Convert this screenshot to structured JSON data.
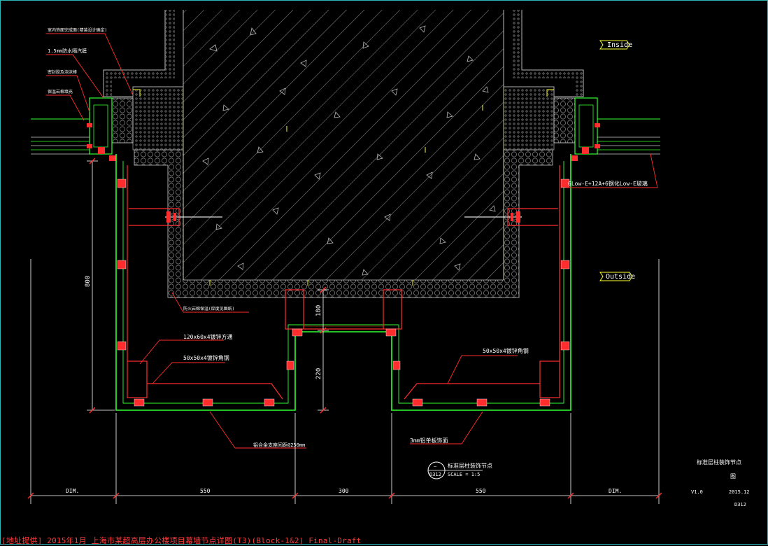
{
  "labels": {
    "inside": "Inside",
    "outside": "Outside",
    "glass_spec": "6Low-E+12A+6钢化Low-E玻璃",
    "membrane_1_5": "1.5mm防水隔汽膜",
    "hollow_section": "120x60x4镀锌方通",
    "angle_left": "50x50x4镀锌角钢",
    "angle_right": "50x50x4镀锌角钢",
    "aluminum_3mm": "3mm铝单板饰面",
    "support_spacing": "铝合金支座间距@250mm",
    "fire_insulation": "防火岩棉保温(厚度见图纸)",
    "sealant": "密封胶及泡沫棒",
    "top_note": "室内饰面完成面(精装设计确定)",
    "insulation_note": "保温岩棉填充"
  },
  "dims": {
    "h800": "800",
    "h180": "180",
    "h220": "220",
    "w_dim_left": "DIM.",
    "w550_left": "550",
    "w300": "300",
    "w550_right": "550",
    "w_dim_right": "DIM."
  },
  "detail": {
    "number": "—",
    "sheet": "D312",
    "title": "标准层柱装饰节点",
    "scale": "SCALE = 1:5"
  },
  "title_block": {
    "title": "标准层柱装饰节点",
    "stamp": "图",
    "version": "V1.0",
    "date": "2015.12",
    "sheet": "D312"
  },
  "footer": "[地址提供] 2015年1月 上海市某超高层办公楼项目幕墙节点详图(T3)(Block-1&2) Final-Draft"
}
